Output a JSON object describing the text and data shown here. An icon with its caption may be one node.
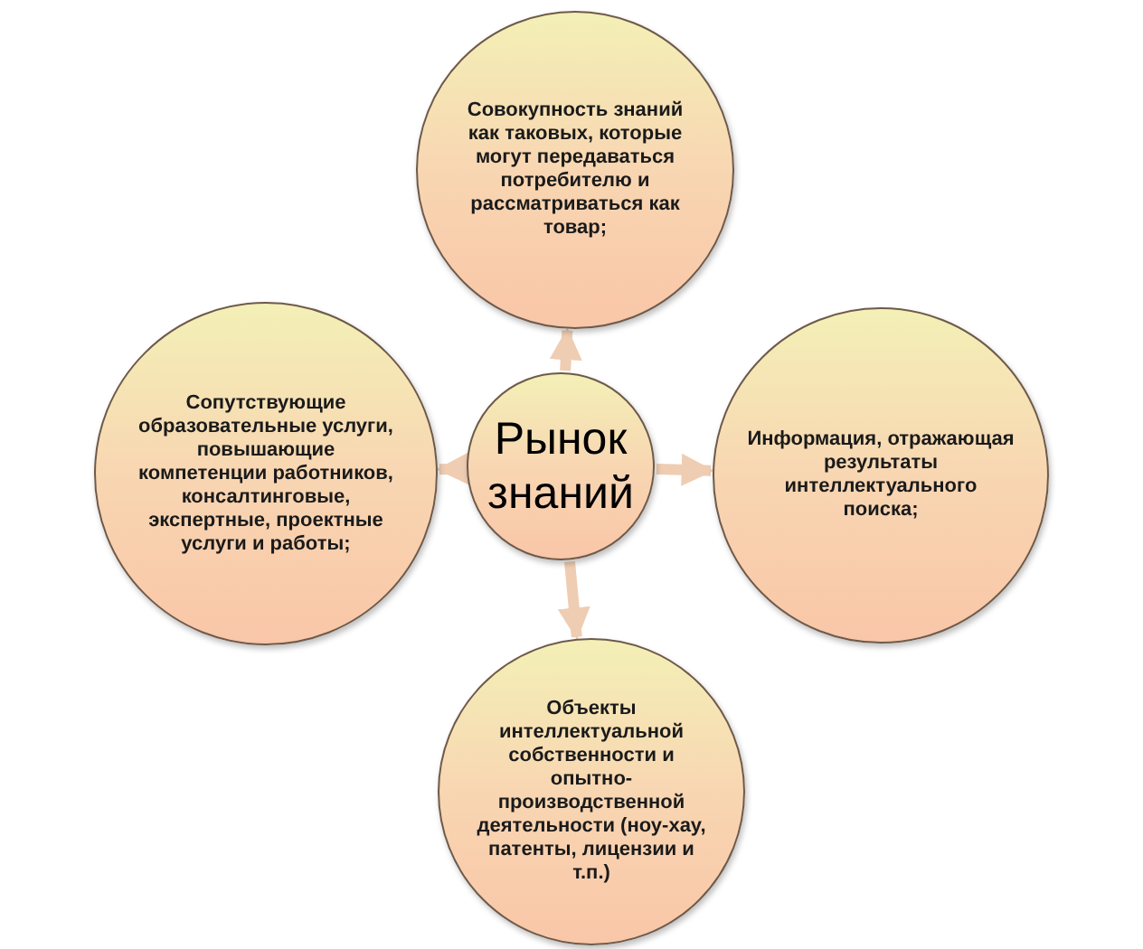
{
  "diagram": {
    "nodes": [
      {
        "text": [
          "Совокупность знаний как таковых, которые могут передаваться потребителю и рассматриваться как товар;"
        ]
      },
      {
        "text": [
          "Сопутствующие образовательные услуги, повышающие компетенции работников, консалтинговые, экспертные, проектные услуги и работы;"
        ]
      },
      {
        "text": [
          "Рынок знаний"
        ]
      },
      {
        "text": [
          "Информация, отражающая результаты интеллектуального поиска;"
        ]
      },
      {
        "text": [
          "Объекты интеллектуальной собственности и опытно-производственной деятельности (ноу-хау, патенты, лицензии и т.п.)"
        ]
      }
    ],
    "edges": [
      {
        "from": 2,
        "to": 0,
        "arrow": "to"
      },
      {
        "from": 2,
        "to": 1,
        "arrow": "to"
      },
      {
        "from": 2,
        "to": 3,
        "arrow": "to"
      },
      {
        "from": 2,
        "to": 4,
        "arrow": "to"
      }
    ]
  }
}
